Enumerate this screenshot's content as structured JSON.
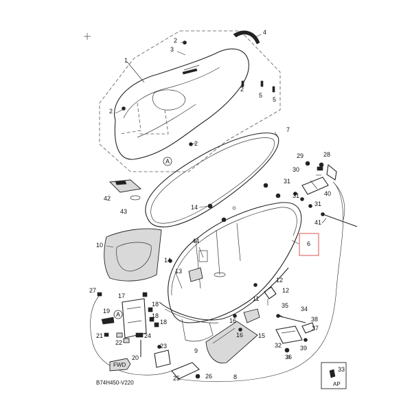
{
  "diagram": {
    "drawing_code": "B74H450-V220",
    "corner_label": "AP",
    "fwd_label": "FWD",
    "highlight_color": "#d9534f",
    "callouts": [
      {
        "id": "1",
        "label": "1"
      },
      {
        "id": "2a",
        "label": "2"
      },
      {
        "id": "2b",
        "label": "2"
      },
      {
        "id": "2c",
        "label": "2"
      },
      {
        "id": "2d",
        "label": "2"
      },
      {
        "id": "3",
        "label": "3"
      },
      {
        "id": "4",
        "label": "4"
      },
      {
        "id": "5a",
        "label": "5"
      },
      {
        "id": "5b",
        "label": "5"
      },
      {
        "id": "6",
        "label": "6"
      },
      {
        "id": "7",
        "label": "7"
      },
      {
        "id": "8",
        "label": "8"
      },
      {
        "id": "9",
        "label": "9"
      },
      {
        "id": "10",
        "label": "10"
      },
      {
        "id": "11",
        "label": "11"
      },
      {
        "id": "12a",
        "label": "12"
      },
      {
        "id": "12b",
        "label": "12"
      },
      {
        "id": "13",
        "label": "13"
      },
      {
        "id": "14a",
        "label": "14"
      },
      {
        "id": "14b",
        "label": "14"
      },
      {
        "id": "15",
        "label": "15"
      },
      {
        "id": "16a",
        "label": "16"
      },
      {
        "id": "16b",
        "label": "16"
      },
      {
        "id": "17",
        "label": "17"
      },
      {
        "id": "18a",
        "label": "18"
      },
      {
        "id": "18b",
        "label": "18"
      },
      {
        "id": "18c",
        "label": "18"
      },
      {
        "id": "19",
        "label": "19"
      },
      {
        "id": "20",
        "label": "20"
      },
      {
        "id": "21",
        "label": "21"
      },
      {
        "id": "22",
        "label": "22"
      },
      {
        "id": "23",
        "label": "23"
      },
      {
        "id": "24",
        "label": "24"
      },
      {
        "id": "25",
        "label": "25"
      },
      {
        "id": "26",
        "label": "26"
      },
      {
        "id": "27",
        "label": "27"
      },
      {
        "id": "28",
        "label": "28"
      },
      {
        "id": "29",
        "label": "29"
      },
      {
        "id": "30",
        "label": "30"
      },
      {
        "id": "31a",
        "label": "31"
      },
      {
        "id": "31b",
        "label": "31"
      },
      {
        "id": "31c",
        "label": "31"
      },
      {
        "id": "32",
        "label": "32"
      },
      {
        "id": "33",
        "label": "33"
      },
      {
        "id": "34",
        "label": "34"
      },
      {
        "id": "35",
        "label": "35"
      },
      {
        "id": "36",
        "label": "36"
      },
      {
        "id": "37",
        "label": "37"
      },
      {
        "id": "38",
        "label": "38"
      },
      {
        "id": "39",
        "label": "39"
      },
      {
        "id": "40",
        "label": "40"
      },
      {
        "id": "41",
        "label": "41"
      },
      {
        "id": "42",
        "label": "42"
      },
      {
        "id": "43",
        "label": "43"
      },
      {
        "id": "44",
        "label": "44"
      }
    ],
    "ref_marks": [
      {
        "id": "A1",
        "label": "A"
      },
      {
        "id": "A2",
        "label": "A"
      }
    ]
  }
}
